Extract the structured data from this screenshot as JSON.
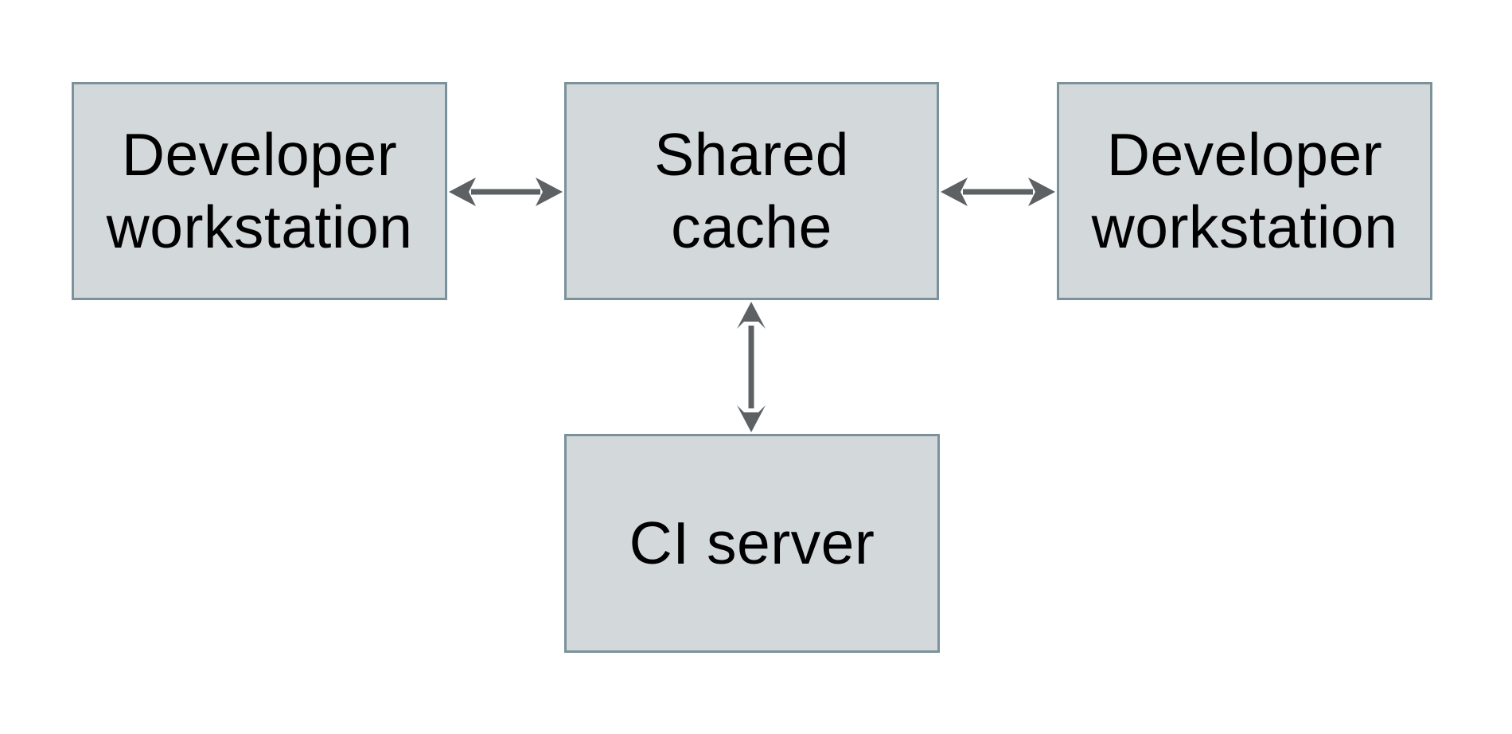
{
  "diagram": {
    "background": "#ffffff",
    "nodes": [
      {
        "id": "developer-workstation-left",
        "label": "Developer workstation",
        "lines": [
          "Developer",
          "workstation"
        ]
      },
      {
        "id": "shared-cache",
        "label": "Shared cache",
        "lines": [
          "Shared",
          "cache"
        ]
      },
      {
        "id": "developer-workstation-right",
        "label": "Developer workstation",
        "lines": [
          "Developer",
          "workstation"
        ]
      },
      {
        "id": "ci-server",
        "label": "CI server",
        "lines": [
          "CI server"
        ]
      }
    ],
    "edges": [
      {
        "from": "developer-workstation-left",
        "to": "shared-cache",
        "type": "bidirectional",
        "orientation": "horizontal"
      },
      {
        "from": "shared-cache",
        "to": "developer-workstation-right",
        "type": "bidirectional",
        "orientation": "horizontal"
      },
      {
        "from": "shared-cache",
        "to": "ci-server",
        "type": "bidirectional",
        "orientation": "vertical"
      }
    ],
    "colors": {
      "node_fill": "#d3d9db",
      "node_border": "#7b929c",
      "arrow": "#5e6163",
      "text": "#000000"
    }
  }
}
